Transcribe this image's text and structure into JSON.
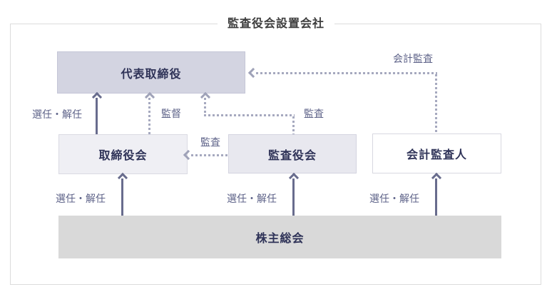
{
  "title": "監査役会設置会社",
  "boxes": {
    "representative_director": "代表取締役",
    "board_of_directors": "取締役会",
    "board_of_auditors": "監査役会",
    "accounting_auditor": "会計監査人",
    "shareholders_meeting": "株主総会"
  },
  "edges": {
    "appoint_dismiss_representative": "選任・解任",
    "supervision": "監督",
    "audit_to_representative": "監査",
    "audit_to_board": "監査",
    "accounting_audit": "会計監査",
    "appoint_dismiss_directors": "選任・解任",
    "appoint_dismiss_auditors": "選任・解任",
    "appoint_dismiss_accounting_auditor": "選任・解任"
  },
  "colors": {
    "representative_fill": "#d3d4e1",
    "board_fill": "#efeff4",
    "auditors_fill": "#e8e8ef",
    "accounting_fill": "#ffffff",
    "shareholders_fill": "#d9d9d9",
    "solid_arrow": "#686c8d",
    "dashed_arrow": "#a6a9bf",
    "edge_label_text": "#5d6288",
    "box_text": "#2f3358",
    "title_text": "#3d3d3d",
    "frame_border": "#dcdcdc"
  }
}
